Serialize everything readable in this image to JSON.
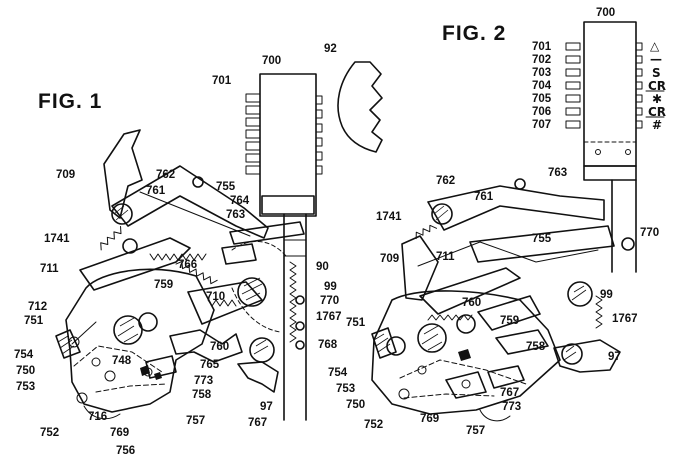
{
  "figures": {
    "fig1": {
      "title": "FIG. 1",
      "labels": [
        {
          "id": "92",
          "text": "92"
        },
        {
          "id": "700",
          "text": "700"
        },
        {
          "id": "701",
          "text": "701"
        },
        {
          "id": "709",
          "text": "709"
        },
        {
          "id": "762",
          "text": "762"
        },
        {
          "id": "761",
          "text": "761"
        },
        {
          "id": "755",
          "text": "755"
        },
        {
          "id": "764",
          "text": "764"
        },
        {
          "id": "763",
          "text": "763"
        },
        {
          "id": "1741",
          "text": "1741"
        },
        {
          "id": "766",
          "text": "766"
        },
        {
          "id": "90",
          "text": "90"
        },
        {
          "id": "711",
          "text": "711"
        },
        {
          "id": "759",
          "text": "759"
        },
        {
          "id": "710",
          "text": "710"
        },
        {
          "id": "99",
          "text": "99"
        },
        {
          "id": "770",
          "text": "770"
        },
        {
          "id": "1767",
          "text": "1767"
        },
        {
          "id": "712",
          "text": "712"
        },
        {
          "id": "751",
          "text": "751"
        },
        {
          "id": "768",
          "text": "768"
        },
        {
          "id": "760",
          "text": "760"
        },
        {
          "id": "754",
          "text": "754"
        },
        {
          "id": "748",
          "text": "748"
        },
        {
          "id": "765",
          "text": "765"
        },
        {
          "id": "750",
          "text": "750"
        },
        {
          "id": "773",
          "text": "773"
        },
        {
          "id": "753",
          "text": "753"
        },
        {
          "id": "758",
          "text": "758"
        },
        {
          "id": "97",
          "text": "97"
        },
        {
          "id": "716",
          "text": "716"
        },
        {
          "id": "757",
          "text": "757"
        },
        {
          "id": "752",
          "text": "752"
        },
        {
          "id": "769",
          "text": "769"
        },
        {
          "id": "767",
          "text": "767"
        },
        {
          "id": "756",
          "text": "756"
        }
      ]
    },
    "fig2": {
      "title": "FIG. 2",
      "labels": [
        {
          "id": "700",
          "text": "700"
        },
        {
          "id": "701",
          "text": "701"
        },
        {
          "id": "702",
          "text": "702"
        },
        {
          "id": "703",
          "text": "703"
        },
        {
          "id": "704",
          "text": "704"
        },
        {
          "id": "705",
          "text": "705"
        },
        {
          "id": "706",
          "text": "706"
        },
        {
          "id": "707",
          "text": "707"
        },
        {
          "id": "763",
          "text": "763"
        },
        {
          "id": "762",
          "text": "762"
        },
        {
          "id": "761",
          "text": "761"
        },
        {
          "id": "1741",
          "text": "1741"
        },
        {
          "id": "755",
          "text": "755"
        },
        {
          "id": "770",
          "text": "770"
        },
        {
          "id": "709",
          "text": "709"
        },
        {
          "id": "711",
          "text": "711"
        },
        {
          "id": "99",
          "text": "99"
        },
        {
          "id": "760",
          "text": "760"
        },
        {
          "id": "759",
          "text": "759"
        },
        {
          "id": "751",
          "text": "751"
        },
        {
          "id": "1767",
          "text": "1767"
        },
        {
          "id": "758",
          "text": "758"
        },
        {
          "id": "97",
          "text": "97"
        },
        {
          "id": "754",
          "text": "754"
        },
        {
          "id": "753",
          "text": "753"
        },
        {
          "id": "767",
          "text": "767"
        },
        {
          "id": "750",
          "text": "750"
        },
        {
          "id": "773",
          "text": "773"
        },
        {
          "id": "752",
          "text": "752"
        },
        {
          "id": "769",
          "text": "769"
        },
        {
          "id": "757",
          "text": "757"
        }
      ],
      "key_symbols": [
        {
          "id": "701",
          "text": "△"
        },
        {
          "id": "702",
          "text": "—"
        },
        {
          "id": "703",
          "text": "S"
        },
        {
          "id": "704",
          "text": "CR"
        },
        {
          "id": "705",
          "text": "✱"
        },
        {
          "id": "706",
          "text": "CR"
        },
        {
          "id": "707",
          "text": "#"
        }
      ]
    }
  }
}
